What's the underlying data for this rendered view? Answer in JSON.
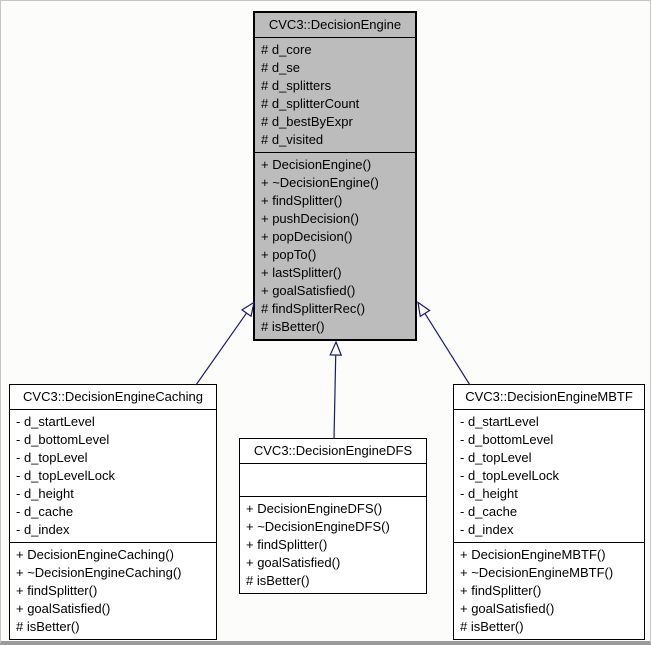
{
  "diagram": {
    "title": "CVC3 DecisionEngine inheritance diagram",
    "colors": {
      "background": "#fcfdfb",
      "base_class_fill": "#bcbcbc",
      "derived_class_fill": "#ffffff",
      "box_border": "#000000",
      "arrow": "#191970",
      "text": "#000000"
    },
    "classes": {
      "engine": {
        "title": "CVC3::DecisionEngine",
        "attributes": [
          "# d_core",
          "# d_se",
          "# d_splitters",
          "# d_splitterCount",
          "# d_bestByExpr",
          "# d_visited"
        ],
        "methods": [
          "+ DecisionEngine()",
          "+ ~DecisionEngine()",
          "+ findSplitter()",
          "+ pushDecision()",
          "+ popDecision()",
          "+ popTo()",
          "+ lastSplitter()",
          "+ goalSatisfied()",
          "# findSplitterRec()",
          "# isBetter()"
        ]
      },
      "caching": {
        "title": "CVC3::DecisionEngineCaching",
        "attributes": [
          "- d_startLevel",
          "- d_bottomLevel",
          "- d_topLevel",
          "- d_topLevelLock",
          "- d_height",
          "- d_cache",
          "- d_index"
        ],
        "methods": [
          "+ DecisionEngineCaching()",
          "+ ~DecisionEngineCaching()",
          "+ findSplitter()",
          "+ goalSatisfied()",
          "# isBetter()"
        ]
      },
      "dfs": {
        "title": "CVC3::DecisionEngineDFS",
        "attributes": [],
        "methods": [
          "+ DecisionEngineDFS()",
          "+ ~DecisionEngineDFS()",
          "+ findSplitter()",
          "+ goalSatisfied()",
          "# isBetter()"
        ]
      },
      "mbtf": {
        "title": "CVC3::DecisionEngineMBTF",
        "attributes": [
          "- d_startLevel",
          "- d_bottomLevel",
          "- d_topLevel",
          "- d_topLevelLock",
          "- d_height",
          "- d_cache",
          "- d_index"
        ],
        "methods": [
          "+ DecisionEngineMBTF()",
          "+ ~DecisionEngineMBTF()",
          "+ findSplitter()",
          "+ goalSatisfied()",
          "# isBetter()"
        ]
      }
    },
    "relations": [
      {
        "from": "caching",
        "to": "engine",
        "type": "inheritance"
      },
      {
        "from": "dfs",
        "to": "engine",
        "type": "inheritance"
      },
      {
        "from": "mbtf",
        "to": "engine",
        "type": "inheritance"
      }
    ]
  }
}
